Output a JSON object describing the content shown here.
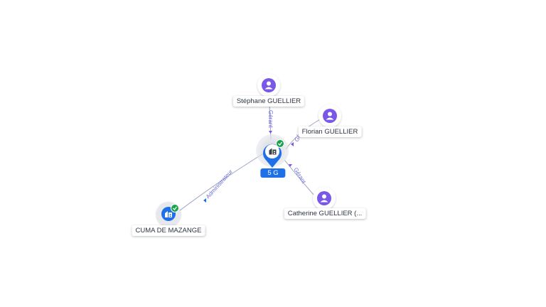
{
  "graph": {
    "center": {
      "label": "5 G",
      "verified": true
    },
    "persons": [
      {
        "name": "Stéphane GUELLIER",
        "relation": "Gérant"
      },
      {
        "name": "Florian GUELLIER",
        "relation": "Gé"
      },
      {
        "name": "Catherine GUELLIER (...",
        "relation": "Gérant"
      }
    ],
    "company": {
      "name": "CUMA DE MAZANGE",
      "relation": "Administrateur",
      "verified": true
    }
  },
  "colors": {
    "person_icon": "#7b57e8",
    "company_icon": "#1e6fe8",
    "verified_badge": "#1aa34a",
    "edge_label": "#6e6ed8",
    "edge_line": "#9aa3c7"
  },
  "icons": {
    "person": "person-icon",
    "company": "building-icon",
    "verified": "check-badge-icon"
  }
}
